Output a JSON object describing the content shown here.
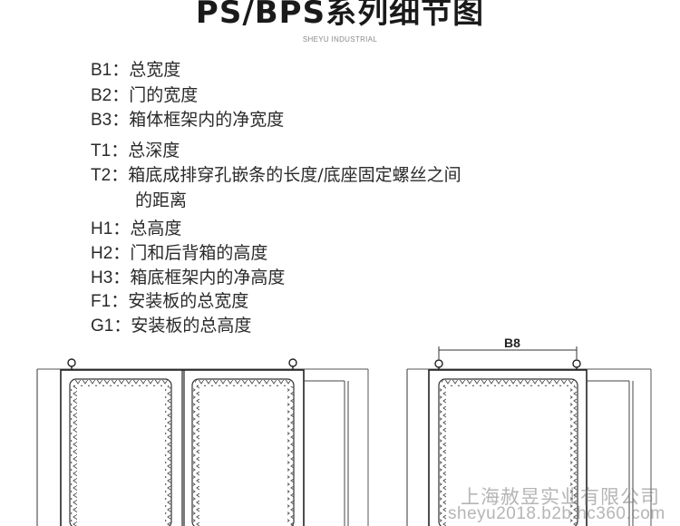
{
  "header": {
    "title": "PS/BPS系列细节图",
    "brand": "SHEYU INDUSTRIAL"
  },
  "specs": [
    {
      "code": "B1",
      "sep": "：",
      "desc": "总宽度"
    },
    {
      "code": "B2",
      "sep": "：",
      "desc": "门的宽度"
    },
    {
      "code": "B3",
      "sep": "：",
      "desc": "箱体框架内的净宽度"
    },
    {
      "code": "T1",
      "sep": "：",
      "desc": "总深度"
    },
    {
      "code": "T2",
      "sep": "：",
      "desc": "箱底成排穿孔嵌条的长度/底座固定螺丝之间",
      "desc_cont": "的距离"
    },
    {
      "code": "H1",
      "sep": "：",
      "desc": "总高度"
    },
    {
      "code": "H2",
      "sep": "：",
      "desc": "门和后背箱的高度"
    },
    {
      "code": "H3",
      "sep": "：",
      "desc": "箱底框架内的净高度"
    },
    {
      "code": "F1",
      "sep": "：",
      "desc": "安装板的总宽度"
    },
    {
      "code": "G1",
      "sep": "：",
      "desc": "安装板的总高度"
    }
  ],
  "drawing": {
    "dimension_label": "B8"
  },
  "watermark": {
    "company": "上海赦昱实业有限公司",
    "site": "sheyu2018.b2b.hc360.com"
  }
}
